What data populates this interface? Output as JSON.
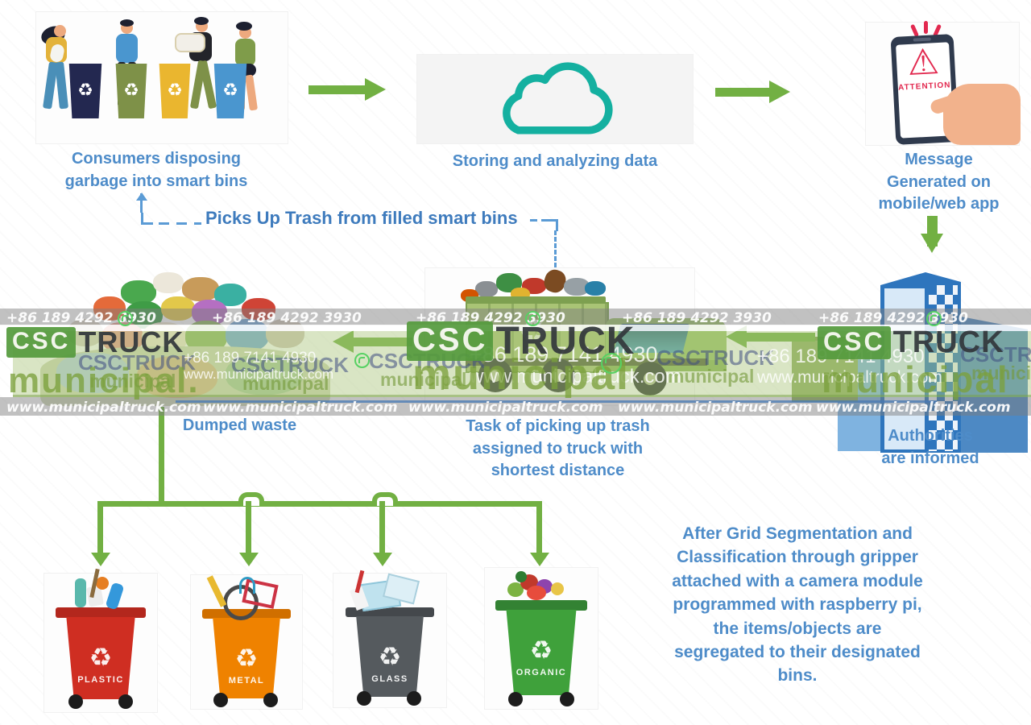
{
  "captions": {
    "consumers": "Consumers disposing\ngarbage into smart bins",
    "storing": "Storing and analyzing data",
    "message": "Message\nGenerated on\nmobile/web app",
    "picks_up": "Picks Up Trash from filled smart bins",
    "dumped": "Dumped waste",
    "task": "Task of picking up trash\nassigned to truck with\nshortest distance",
    "authorities": "Authorities\nare informed",
    "segmentation": "After Grid Segmentation and\nClassification through gripper\nattached with a camera module\nprogrammed with raspberry pi,\nthe items/objects are\nsegregated to their designated\nbins."
  },
  "phone_screen": {
    "attention_label": "ATTENTION"
  },
  "bins": [
    {
      "label": "PLASTIC",
      "color": "#cf2e22"
    },
    {
      "label": "METAL",
      "color": "#ef8200"
    },
    {
      "label": "GLASS",
      "color": "#555a5e"
    },
    {
      "label": "ORGANIC",
      "color": "#3fa13b"
    }
  ],
  "recycle_symbol": "♻",
  "watermark": {
    "brand_csc": "CSC",
    "brand_truck": "TRUCK",
    "brand_full": "CSCTRUCK",
    "brand_municipal": "municipal",
    "brand_municipal_dot": "municipal.",
    "phone1": "+86 189 4292 3930",
    "phone2": "+86 189 7141 4930",
    "website": "www.municipaltruck.com"
  },
  "colors": {
    "arrow_green": "#72b043",
    "caption_blue": "#4e8cc9",
    "cloud_teal": "#14b0a0",
    "attention_red": "#e2294f",
    "logo_green": "#569b3e",
    "logo_dark": "#33383c"
  }
}
